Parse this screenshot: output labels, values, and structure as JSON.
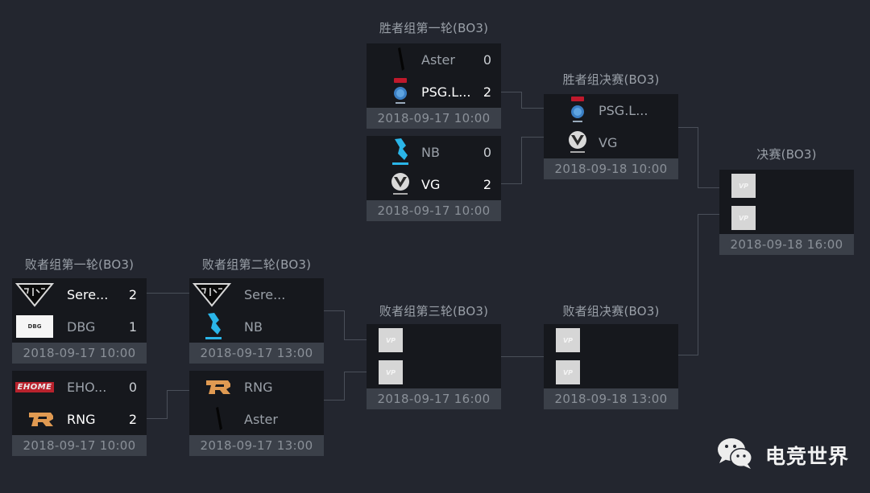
{
  "colors": {
    "background": "#23262f",
    "card": "#16181d",
    "date_bar": "#3b4049",
    "connector": "#4a4f59",
    "title_text": "#9aa0a8"
  },
  "rounds": {
    "upper_r1": {
      "title": "胜者组第一轮(BO3)",
      "matches": [
        {
          "teams": [
            {
              "name": "Aster",
              "score": "0",
              "logo": "aster-logo"
            },
            {
              "name": "PSG.L...",
              "score": "2",
              "logo": "psg-lgd-logo"
            }
          ],
          "date": "2018-09-17 10:00"
        },
        {
          "teams": [
            {
              "name": "NB",
              "score": "0",
              "logo": "newbee-logo"
            },
            {
              "name": "VG",
              "score": "2",
              "logo": "vici-gaming-logo"
            }
          ],
          "date": "2018-09-17 10:00"
        }
      ]
    },
    "upper_final": {
      "title": "胜者组决赛(BO3)",
      "matches": [
        {
          "teams": [
            {
              "name": "PSG.L...",
              "score": "",
              "logo": "psg-lgd-logo"
            },
            {
              "name": "VG",
              "score": "",
              "logo": "vici-gaming-logo"
            }
          ],
          "date": "2018-09-18 10:00"
        }
      ]
    },
    "grand_final": {
      "title": "决赛(BO3)",
      "matches": [
        {
          "teams": [
            {
              "name": "",
              "score": "",
              "logo": "tbd-logo"
            },
            {
              "name": "",
              "score": "",
              "logo": "tbd-logo"
            }
          ],
          "date": "2018-09-18 16:00"
        }
      ]
    },
    "lower_r1": {
      "title": "败者组第一轮(BO3)",
      "matches": [
        {
          "teams": [
            {
              "name": "Sere...",
              "score": "2",
              "logo": "serenity-logo"
            },
            {
              "name": "DBG",
              "score": "1",
              "logo": "dbg-logo"
            }
          ],
          "date": "2018-09-17 10:00"
        },
        {
          "teams": [
            {
              "name": "EHO...",
              "score": "0",
              "logo": "eho-logo"
            },
            {
              "name": "RNG",
              "score": "2",
              "logo": "rng-logo"
            }
          ],
          "date": "2018-09-17 10:00"
        }
      ]
    },
    "lower_r2": {
      "title": "败者组第二轮(BO3)",
      "matches": [
        {
          "teams": [
            {
              "name": "Sere...",
              "score": "",
              "logo": "serenity-logo"
            },
            {
              "name": "NB",
              "score": "",
              "logo": "newbee-logo"
            }
          ],
          "date": "2018-09-17 13:00"
        },
        {
          "teams": [
            {
              "name": "RNG",
              "score": "",
              "logo": "rng-logo"
            },
            {
              "name": "Aster",
              "score": "",
              "logo": "aster-logo"
            }
          ],
          "date": "2018-09-17 13:00"
        }
      ]
    },
    "lower_r3": {
      "title": "败者组第三轮(BO3)",
      "matches": [
        {
          "teams": [
            {
              "name": "",
              "score": "",
              "logo": "tbd-logo"
            },
            {
              "name": "",
              "score": "",
              "logo": "tbd-logo"
            }
          ],
          "date": "2018-09-17 16:00"
        }
      ]
    },
    "lower_final": {
      "title": "败者组决赛(BO3)",
      "matches": [
        {
          "teams": [
            {
              "name": "",
              "score": "",
              "logo": "tbd-logo"
            },
            {
              "name": "",
              "score": "",
              "logo": "tbd-logo"
            }
          ],
          "date": "2018-09-18 13:00"
        }
      ]
    }
  },
  "logo_text": {
    "dbg": "DBG",
    "tbd": "VP",
    "eho": "EHOME"
  },
  "watermark": {
    "icon": "wechat-icon",
    "text": "电竞世界"
  }
}
